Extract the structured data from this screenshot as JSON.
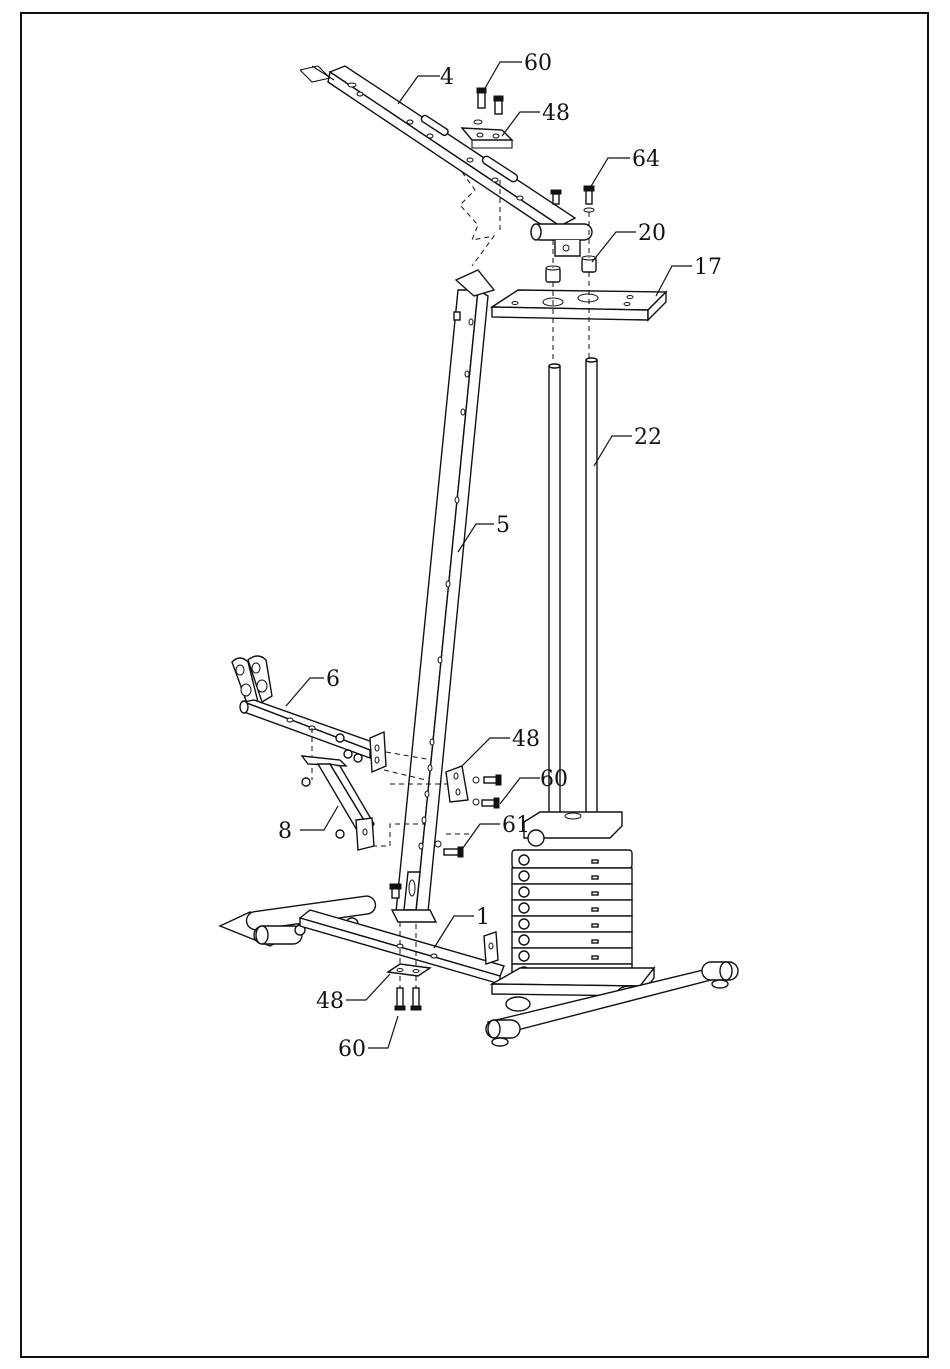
{
  "colors": {
    "line": "#111111",
    "background": "#ffffff",
    "frame": "#111111"
  },
  "callouts": [
    {
      "id": "c4",
      "text": "4"
    },
    {
      "id": "c60a",
      "text": "60"
    },
    {
      "id": "c48a",
      "text": "48"
    },
    {
      "id": "c64",
      "text": "64"
    },
    {
      "id": "c20",
      "text": "20"
    },
    {
      "id": "c17",
      "text": "17"
    },
    {
      "id": "c22",
      "text": "22"
    },
    {
      "id": "c5",
      "text": "5"
    },
    {
      "id": "c6",
      "text": "6"
    },
    {
      "id": "c48b",
      "text": "48"
    },
    {
      "id": "c60b",
      "text": "60"
    },
    {
      "id": "c8",
      "text": "8"
    },
    {
      "id": "c61",
      "text": "61"
    },
    {
      "id": "c1",
      "text": "1"
    },
    {
      "id": "c48c",
      "text": "48"
    },
    {
      "id": "c60c",
      "text": "60"
    }
  ]
}
